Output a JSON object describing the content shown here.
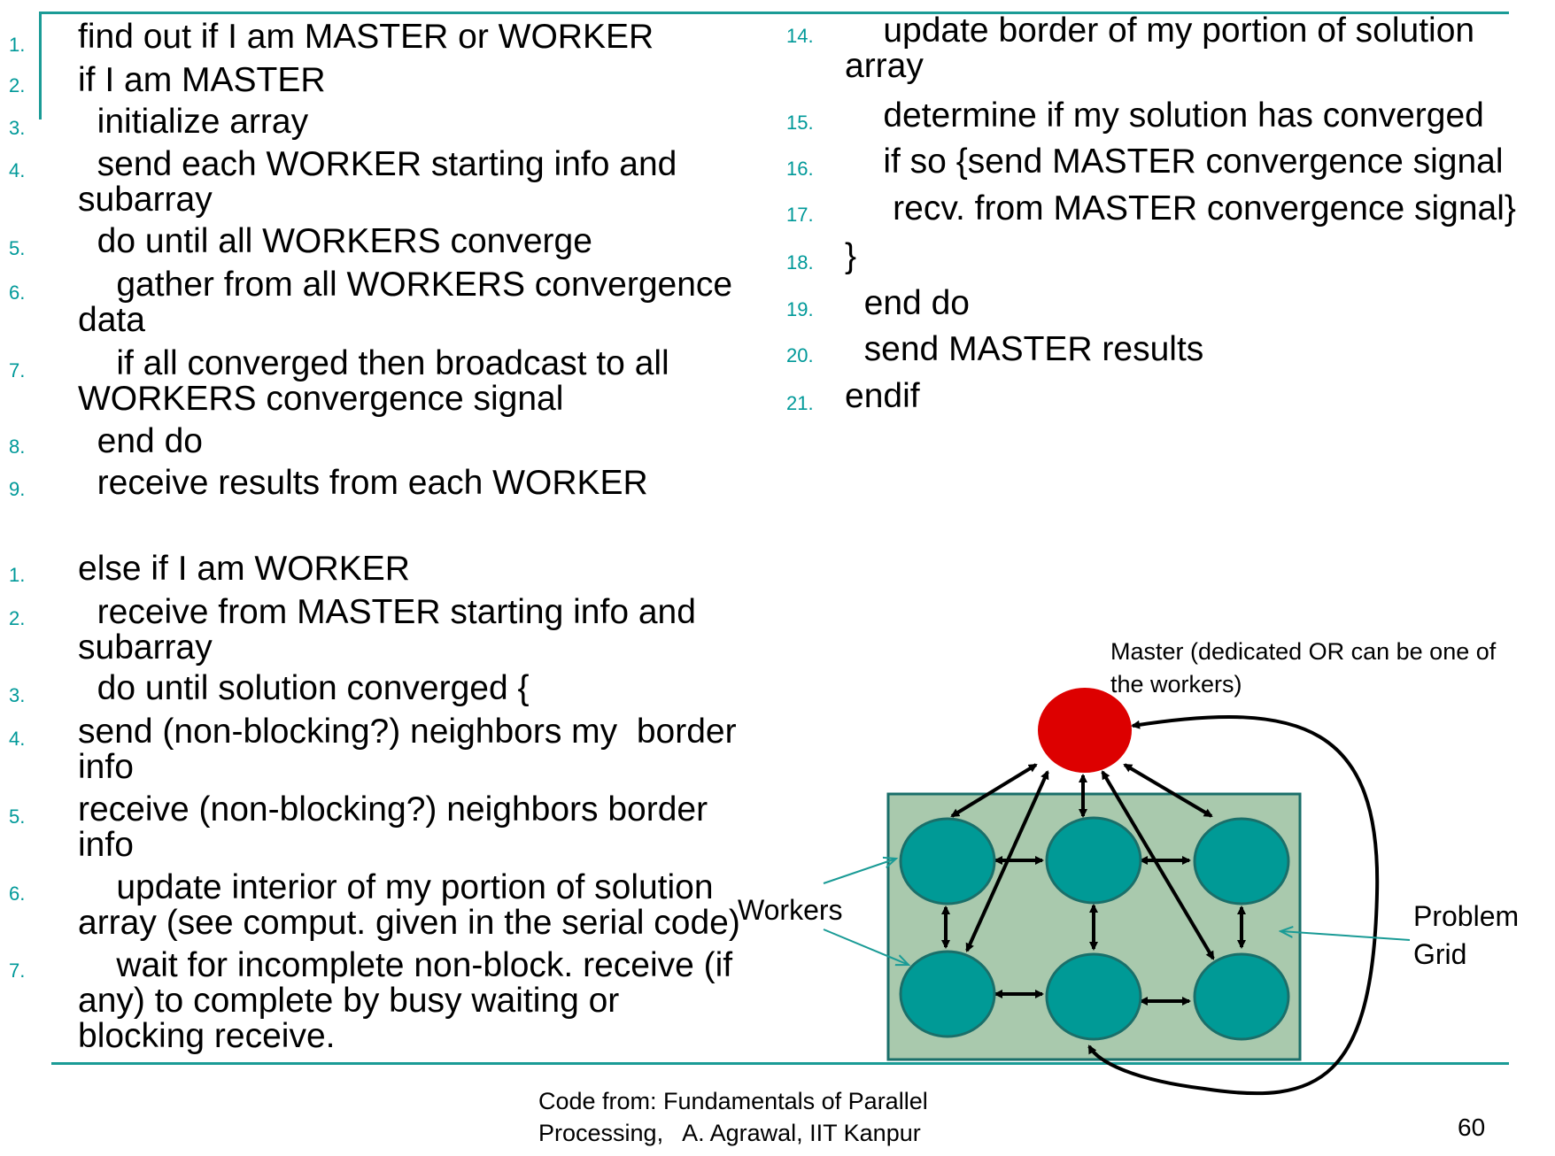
{
  "colors": {
    "accent": "#1a9b96",
    "line_number": "#009999",
    "master_node": "#dd0000",
    "worker_node": "#009a96",
    "grid_fill": "#a9c9ad",
    "grid_border": "#1a6f6a"
  },
  "master_code": [
    {
      "n": "1.",
      "text": "find out if I am MASTER or WORKER"
    },
    {
      "n": "2.",
      "text": "if I am MASTER"
    },
    {
      "n": "3.",
      "text": "  initialize array"
    },
    {
      "n": "4.",
      "text": "  send each WORKER starting info and\nsubarray"
    },
    {
      "n": "5.",
      "text": "  do until all WORKERS converge"
    },
    {
      "n": "6.",
      "text": "    gather from all WORKERS convergence\ndata"
    },
    {
      "n": "7.",
      "text": "    if all converged then broadcast to all\nWORKERS convergence signal"
    },
    {
      "n": "8.",
      "text": "  end do"
    },
    {
      "n": "9.",
      "text": "  receive results from each WORKER"
    }
  ],
  "worker_code": [
    {
      "n": "1.",
      "text": "else if I am WORKER"
    },
    {
      "n": "2.",
      "text": "  receive from MASTER starting info and\nsubarray"
    },
    {
      "n": "3.",
      "text": "  do until solution converged {"
    },
    {
      "n": "4.",
      "text": "send (non-blocking?) neighbors my  border\ninfo"
    },
    {
      "n": "5.",
      "text": "receive (non-blocking?) neighbors border\ninfo"
    },
    {
      "n": "6.",
      "text": "    update interior of my portion of solution\narray (see comput. given in the serial code)"
    },
    {
      "n": "7.",
      "text": "    wait for incomplete non-block. receive (if\nany) to complete by busy waiting or\nblocking receive."
    }
  ],
  "right_code": [
    {
      "n": "14.",
      "text": "    update border of my portion of solution\narray"
    },
    {
      "n": "15.",
      "text": "    determine if my solution has converged"
    },
    {
      "n": "16.",
      "text": "    if so {send MASTER convergence signal"
    },
    {
      "n": "17.",
      "text": "     recv. from MASTER convergence signal}"
    },
    {
      "n": "18.",
      "text": "}"
    },
    {
      "n": "19.",
      "text": "  end do"
    },
    {
      "n": "20.",
      "text": "  send MASTER results"
    },
    {
      "n": "21.",
      "text": "endif"
    }
  ],
  "diagram": {
    "master_label": "Master (dedicated OR can be one of\nthe workers)",
    "workers_label": "Workers",
    "grid_label": "Problem\nGrid"
  },
  "footer": {
    "source": "Code from: Fundamentals of Parallel\nProcessing,   A. Agrawal, IIT Kanpur",
    "page_number": "60"
  }
}
